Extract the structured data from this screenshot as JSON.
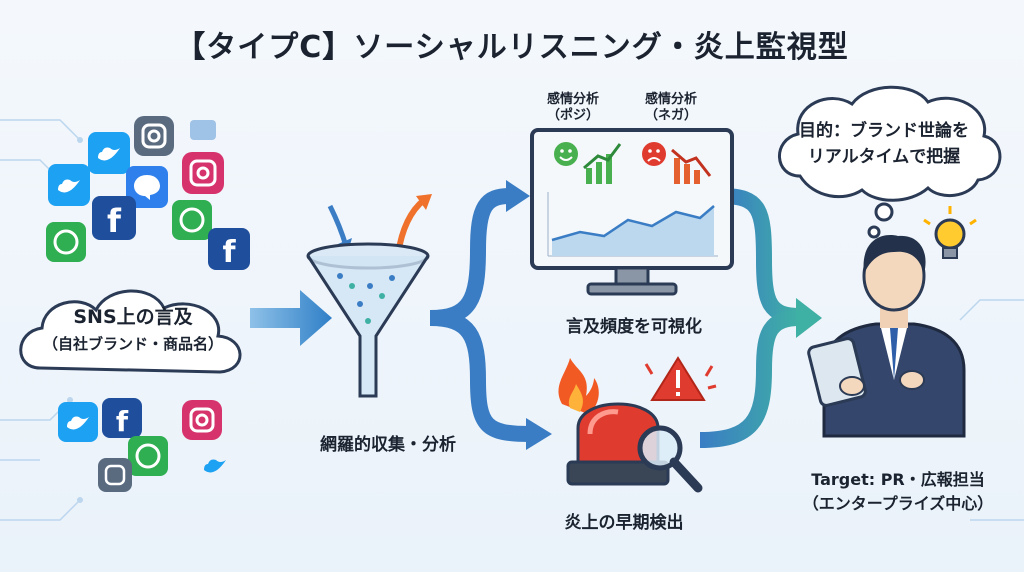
{
  "title": "【タイプC】ソーシャルリスニング・炎上監視型",
  "sns_source": {
    "line1": "SNS上の言及",
    "line2": "（自社ブランド・商品名）"
  },
  "funnel": {
    "label": "網羅的収集・分析"
  },
  "monitor": {
    "positive_label": "感情分析",
    "positive_sub": "（ポジ）",
    "negative_label": "感情分析",
    "negative_sub": "（ネガ）",
    "caption": "言及頻度を可視化"
  },
  "alert": {
    "caption": "炎上の早期検出"
  },
  "person": {
    "thought_line1": "目的：ブランド世論を",
    "thought_line2": "リアルタイムで把握",
    "target_line1": "Target: PR・広報担当",
    "target_line2": "（エンタープライズ中心）"
  },
  "icons": {
    "twitter": "twitter-icon",
    "facebook": "facebook-icon",
    "instagram": "instagram-icon",
    "whatsapp": "whatsapp-icon",
    "messenger": "messenger-icon"
  },
  "colors": {
    "twitter": "#1da1f2",
    "facebook": "#1877f2",
    "whatsapp": "#25d366",
    "positive": "#2e9e46",
    "negative": "#e03b2f",
    "arrow_blue": "#3a7dc4",
    "arrow_teal": "#3fa9a0"
  }
}
